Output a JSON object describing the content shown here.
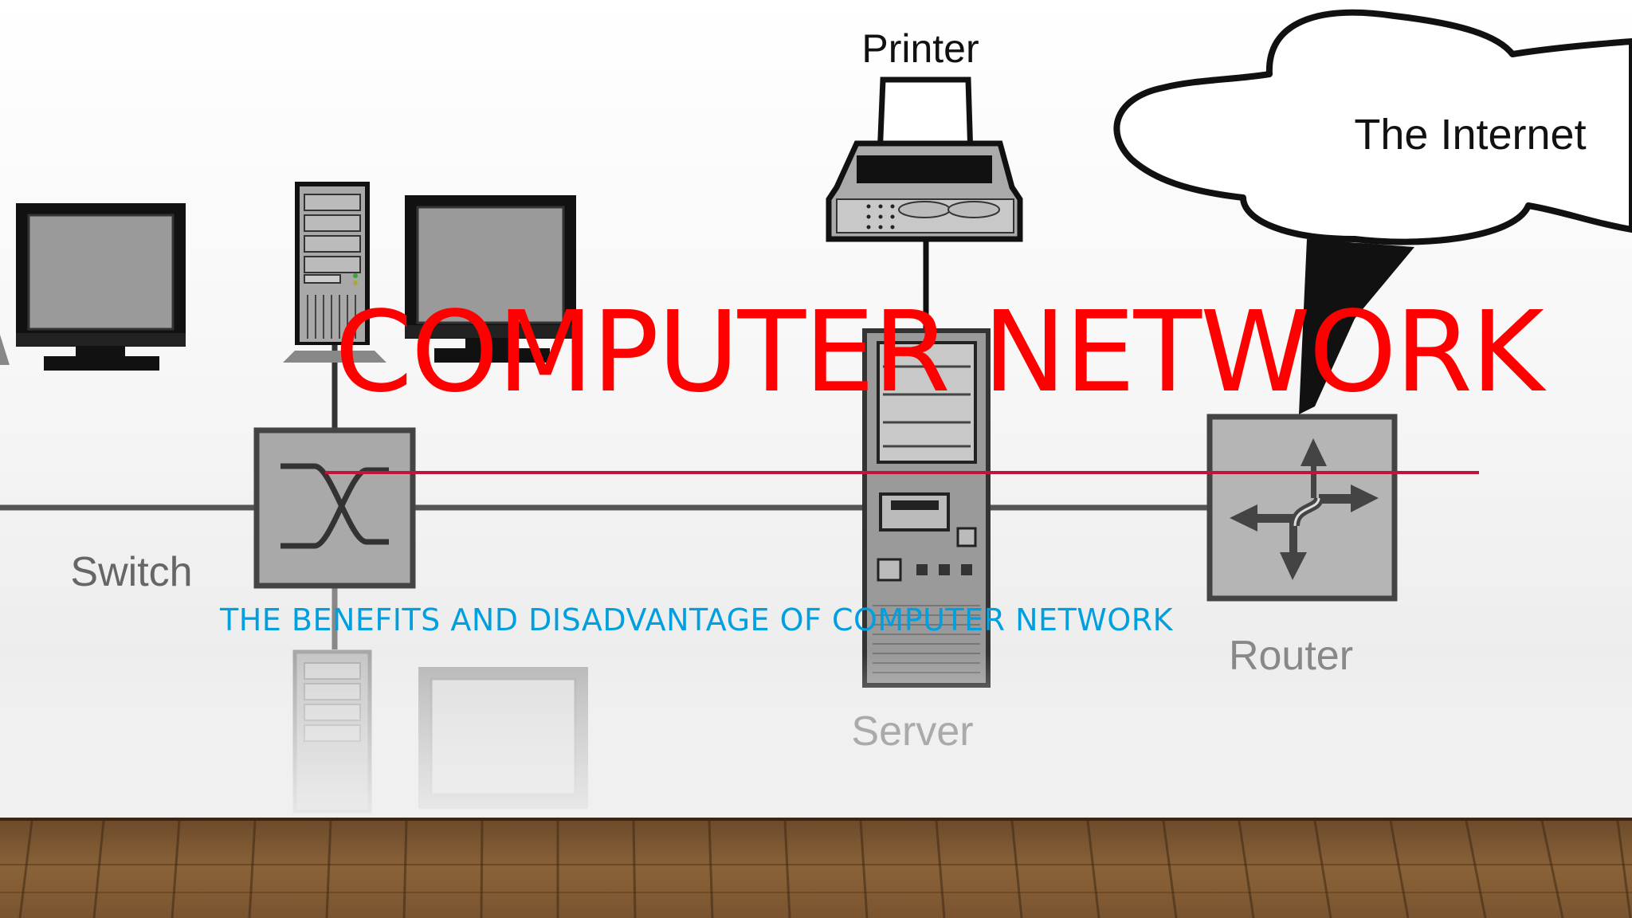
{
  "slide": {
    "title": "COMPUTER NETWORK",
    "subtitle": "THE BENEFITS AND DISADVANTAGE OF COMPUTER NETWORK",
    "colors": {
      "title": "#ff0000",
      "subtitle": "#00a0e0",
      "rule": "#c0143c"
    }
  },
  "diagram": {
    "labels": {
      "printer": "Printer",
      "internet": "The Internet",
      "switch": "Switch",
      "router": "Router",
      "server": "Server"
    }
  }
}
